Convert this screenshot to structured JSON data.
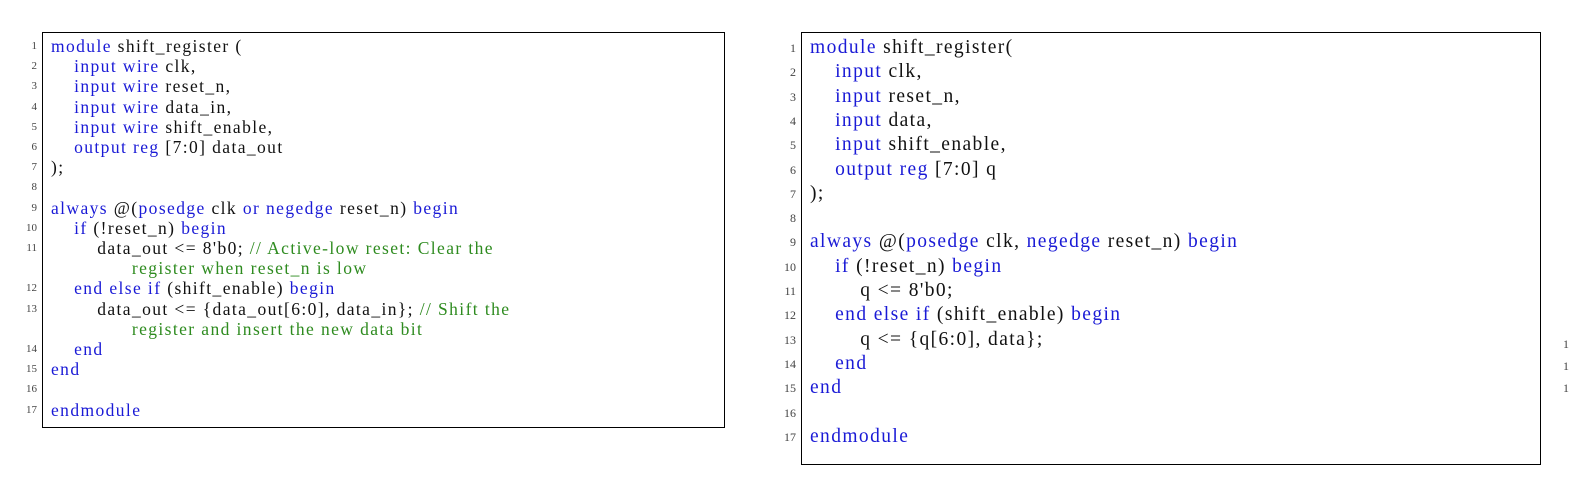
{
  "left_listing": {
    "lines": [
      {
        "num": "1",
        "segments": [
          {
            "t": "module",
            "c": "kw"
          },
          {
            "t": " shift_register (",
            "c": "tx"
          }
        ]
      },
      {
        "num": "2",
        "segments": [
          {
            "t": "    ",
            "c": "tx"
          },
          {
            "t": "input wire",
            "c": "kw"
          },
          {
            "t": " clk,",
            "c": "tx"
          }
        ]
      },
      {
        "num": "3",
        "segments": [
          {
            "t": "    ",
            "c": "tx"
          },
          {
            "t": "input wire",
            "c": "kw"
          },
          {
            "t": " reset_n,",
            "c": "tx"
          }
        ]
      },
      {
        "num": "4",
        "segments": [
          {
            "t": "    ",
            "c": "tx"
          },
          {
            "t": "input wire",
            "c": "kw"
          },
          {
            "t": " data_in,",
            "c": "tx"
          }
        ]
      },
      {
        "num": "5",
        "segments": [
          {
            "t": "    ",
            "c": "tx"
          },
          {
            "t": "input wire",
            "c": "kw"
          },
          {
            "t": " shift_enable,",
            "c": "tx"
          }
        ]
      },
      {
        "num": "6",
        "segments": [
          {
            "t": "    ",
            "c": "tx"
          },
          {
            "t": "output reg",
            "c": "kw"
          },
          {
            "t": " [7:0] data_out",
            "c": "tx"
          }
        ]
      },
      {
        "num": "7",
        "segments": [
          {
            "t": ");",
            "c": "tx"
          }
        ]
      },
      {
        "num": "8",
        "segments": []
      },
      {
        "num": "9",
        "segments": [
          {
            "t": "always",
            "c": "kw"
          },
          {
            "t": " @(",
            "c": "tx"
          },
          {
            "t": "posedge",
            "c": "kw"
          },
          {
            "t": " clk ",
            "c": "tx"
          },
          {
            "t": "or",
            "c": "kw"
          },
          {
            "t": " ",
            "c": "tx"
          },
          {
            "t": "negedge",
            "c": "kw"
          },
          {
            "t": " reset_n) ",
            "c": "tx"
          },
          {
            "t": "begin",
            "c": "kw"
          }
        ]
      },
      {
        "num": "10",
        "segments": [
          {
            "t": "    ",
            "c": "tx"
          },
          {
            "t": "if",
            "c": "kw"
          },
          {
            "t": " (!reset_n) ",
            "c": "tx"
          },
          {
            "t": "begin",
            "c": "kw"
          }
        ]
      },
      {
        "num": "11",
        "segments": [
          {
            "t": "        data_out <= 8'b0; ",
            "c": "tx"
          },
          {
            "t": "// Active-low reset: Clear the",
            "c": "cm"
          }
        ]
      },
      {
        "num": "",
        "segments": [
          {
            "t": "              register when reset_n is low",
            "c": "cm"
          }
        ]
      },
      {
        "num": "12",
        "segments": [
          {
            "t": "    ",
            "c": "tx"
          },
          {
            "t": "end else if",
            "c": "kw"
          },
          {
            "t": " (shift_enable) ",
            "c": "tx"
          },
          {
            "t": "begin",
            "c": "kw"
          }
        ]
      },
      {
        "num": "13",
        "segments": [
          {
            "t": "        data_out <= {data_out[6:0], data_in}; ",
            "c": "tx"
          },
          {
            "t": "// Shift the",
            "c": "cm"
          }
        ]
      },
      {
        "num": "",
        "segments": [
          {
            "t": "              register and insert the new data bit",
            "c": "cm"
          }
        ]
      },
      {
        "num": "14",
        "segments": [
          {
            "t": "    ",
            "c": "tx"
          },
          {
            "t": "end",
            "c": "kw"
          }
        ]
      },
      {
        "num": "15",
        "segments": [
          {
            "t": "end",
            "c": "kw"
          }
        ]
      },
      {
        "num": "16",
        "segments": []
      },
      {
        "num": "17",
        "segments": [
          {
            "t": "endmodule",
            "c": "kw"
          }
        ]
      }
    ]
  },
  "right_listing": {
    "lines": [
      {
        "num": "1",
        "segments": [
          {
            "t": "module",
            "c": "kw"
          },
          {
            "t": " shift_register(",
            "c": "tx"
          }
        ]
      },
      {
        "num": "2",
        "segments": [
          {
            "t": "    ",
            "c": "tx"
          },
          {
            "t": "input",
            "c": "kw"
          },
          {
            "t": " clk,",
            "c": "tx"
          }
        ]
      },
      {
        "num": "3",
        "segments": [
          {
            "t": "    ",
            "c": "tx"
          },
          {
            "t": "input",
            "c": "kw"
          },
          {
            "t": " reset_n,",
            "c": "tx"
          }
        ]
      },
      {
        "num": "4",
        "segments": [
          {
            "t": "    ",
            "c": "tx"
          },
          {
            "t": "input",
            "c": "kw"
          },
          {
            "t": " data,",
            "c": "tx"
          }
        ]
      },
      {
        "num": "5",
        "segments": [
          {
            "t": "    ",
            "c": "tx"
          },
          {
            "t": "input",
            "c": "kw"
          },
          {
            "t": " shift_enable,",
            "c": "tx"
          }
        ]
      },
      {
        "num": "6",
        "segments": [
          {
            "t": "    ",
            "c": "tx"
          },
          {
            "t": "output reg",
            "c": "kw"
          },
          {
            "t": " [7:0] q",
            "c": "tx"
          }
        ]
      },
      {
        "num": "7",
        "segments": [
          {
            "t": ");",
            "c": "tx"
          }
        ]
      },
      {
        "num": "8",
        "segments": []
      },
      {
        "num": "9",
        "segments": [
          {
            "t": "always",
            "c": "kw"
          },
          {
            "t": " @(",
            "c": "tx"
          },
          {
            "t": "posedge",
            "c": "kw"
          },
          {
            "t": " clk, ",
            "c": "tx"
          },
          {
            "t": "negedge",
            "c": "kw"
          },
          {
            "t": " reset_n) ",
            "c": "tx"
          },
          {
            "t": "begin",
            "c": "kw"
          }
        ]
      },
      {
        "num": "10",
        "segments": [
          {
            "t": "    ",
            "c": "tx"
          },
          {
            "t": "if",
            "c": "kw"
          },
          {
            "t": " (!reset_n) ",
            "c": "tx"
          },
          {
            "t": "begin",
            "c": "kw"
          }
        ]
      },
      {
        "num": "11",
        "segments": [
          {
            "t": "        q <= 8'b0;",
            "c": "tx"
          }
        ]
      },
      {
        "num": "12",
        "segments": [
          {
            "t": "    ",
            "c": "tx"
          },
          {
            "t": "end else if",
            "c": "kw"
          },
          {
            "t": " (shift_enable) ",
            "c": "tx"
          },
          {
            "t": "begin",
            "c": "kw"
          }
        ]
      },
      {
        "num": "13",
        "segments": [
          {
            "t": "        q <= {q[6:0], data};",
            "c": "tx"
          }
        ]
      },
      {
        "num": "14",
        "segments": [
          {
            "t": "    ",
            "c": "tx"
          },
          {
            "t": "end",
            "c": "kw"
          }
        ]
      },
      {
        "num": "15",
        "segments": [
          {
            "t": "end",
            "c": "kw"
          }
        ]
      },
      {
        "num": "16",
        "segments": []
      },
      {
        "num": "17",
        "segments": [
          {
            "t": "endmodule",
            "c": "kw"
          }
        ]
      }
    ]
  },
  "edge_fragment": {
    "digits": [
      "1",
      "1",
      "1"
    ]
  },
  "colors": {
    "keyword": "#1a1ad6",
    "comment": "#2e8b1f",
    "text": "#111111",
    "line_number": "#444444",
    "border": "#000000"
  }
}
